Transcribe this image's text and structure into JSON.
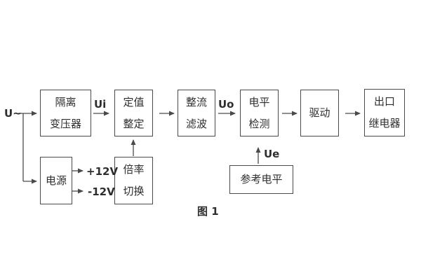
{
  "figure": {
    "caption": "图 1"
  },
  "signals": {
    "input": "U~",
    "ui": "Ui",
    "uo": "Uo",
    "ue": "Ue",
    "plus_12v": "+12V",
    "minus_12v": "-12V"
  },
  "blocks": {
    "isolation_transformer": {
      "line1": "隔离",
      "line2": "变压器"
    },
    "value_setting": {
      "line1": "定值",
      "line2": "整定"
    },
    "rectify_filter": {
      "line1": "整流",
      "line2": "滤波"
    },
    "level_detect": {
      "line1": "电平",
      "line2": "检测"
    },
    "drive": {
      "label": "驱动"
    },
    "outlet_relay": {
      "line1": "出口",
      "line2": "继电器"
    },
    "power": {
      "label": "电源"
    },
    "ratio_switch": {
      "line1": "倍率",
      "line2": "切换"
    },
    "reference_level": {
      "label": "参考电平"
    }
  },
  "colors": {
    "background": "#ffffff",
    "line": "#4a4a4a",
    "text": "#2e2e2e"
  }
}
